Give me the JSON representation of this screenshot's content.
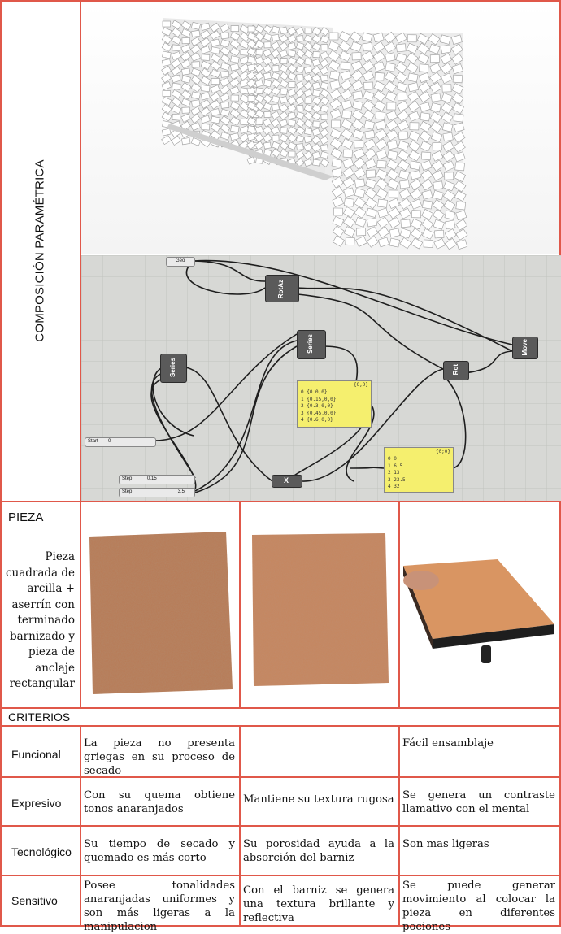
{
  "section_title": "COMPOSICIÓN PARAMÉTRICA",
  "pieza": {
    "heading": "PIEZA",
    "description_lines": [
      "Pieza",
      "cuadrada de",
      "arcilla +",
      "aserrín con",
      "terminado",
      "barnizado y",
      "pieza de",
      "anclaje",
      "rectangular"
    ]
  },
  "criterios_label": "CRITERIOS",
  "grasshopper": {
    "geo_label": "Geo",
    "rotaz_label": "RotAz",
    "series1_label": "Series",
    "series2_label": "Series",
    "move_label": "Move",
    "rot_label": "Rot",
    "x_label": "X",
    "start_label": "Start",
    "start_value": "0",
    "step1_label": "Step",
    "step1_value": "0.15",
    "step2_label": "Step",
    "step2_value": "3.5",
    "panel1_header": "{0;0}",
    "panel1_rows": [
      "0  {0.0,0}",
      "1  {0.15,0,0}",
      "2  {0.3,0,0}",
      "3  {0.45,0,0}",
      "4  {0.6,0,0}"
    ],
    "panel2_header": "{0;0}",
    "panel2_rows": [
      "0  0",
      "1  6.5",
      "2  13",
      "3  23.5",
      "4  32"
    ]
  },
  "rows": [
    {
      "criterion": "Funcional",
      "c1": "La pieza no presenta griegas en su proceso de secado",
      "c2": "",
      "c3": "Fácil ensamblaje"
    },
    {
      "criterion": "Expresivo",
      "c1": "Con su quema obtiene tonos anaranjados",
      "c2": "Mantiene su textura rugosa",
      "c3": "Se genera un contraste llamativo con el mental"
    },
    {
      "criterion": "Tecnológico",
      "c1": "Su tiempo de secado y quemado es más corto",
      "c2": "Su porosidad ayuda a la absorción del barniz",
      "c3": "Son mas ligeras"
    },
    {
      "criterion": "Sensitivo",
      "c1": "Posee tonalidades anaranjadas uniformes y son más ligeras a la manipulacion",
      "c2": "Con el barniz se genera una textura brillante y reflectiva",
      "c3": "Se puede generar movimiento al colocar la pieza en diferentes pociones"
    }
  ],
  "colors": {
    "grid": "#e0584a",
    "panel": "#f5ef6e",
    "clay": "#b87a55"
  }
}
